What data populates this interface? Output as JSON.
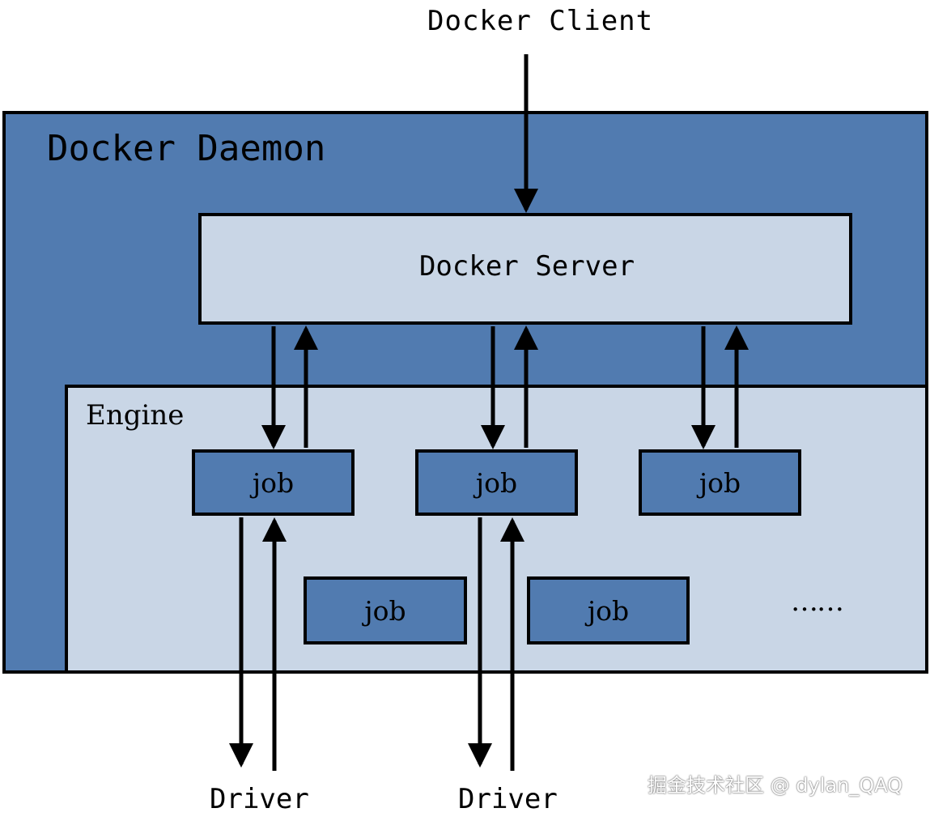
{
  "docker_client": {
    "label": "Docker Client"
  },
  "docker_daemon": {
    "label": "Docker Daemon"
  },
  "docker_server": {
    "label": "Docker Server"
  },
  "engine": {
    "label": "Engine",
    "jobs": [
      "job",
      "job",
      "job",
      "job",
      "job"
    ],
    "more": "……"
  },
  "drivers": [
    "Driver",
    "Driver"
  ],
  "watermark": "掘金技术社区 @ dylan_QAQ",
  "colors": {
    "daemon_fill": "#517BB0",
    "server_fill": "#C9D6E6",
    "engine_fill": "#C9D6E6",
    "job_fill": "#517BB0",
    "stroke": "#000000"
  }
}
